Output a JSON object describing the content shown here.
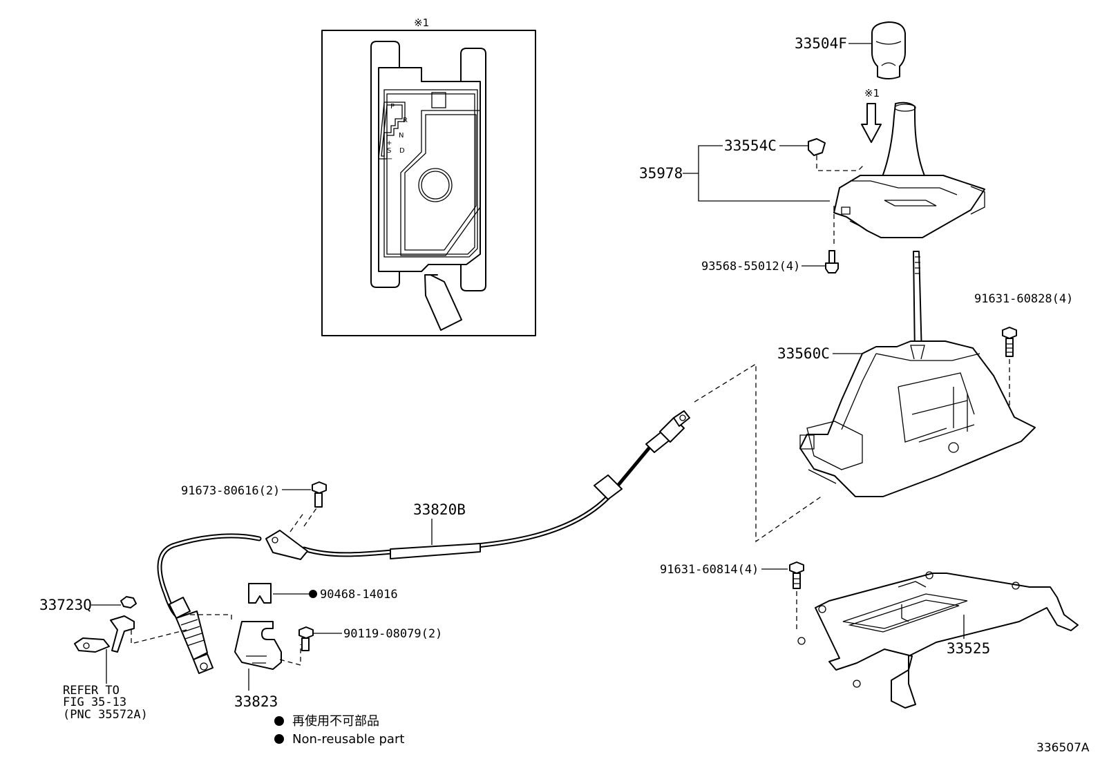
{
  "figure_code": "336507A",
  "inset": {
    "marker": "※1",
    "gate_letters": [
      "P",
      "R",
      "N",
      "+",
      "S",
      "D",
      "−"
    ]
  },
  "parts": {
    "knob": "33504F",
    "marker_ref": "※1",
    "clip": "33554C",
    "bracket_group": "35978",
    "screw_a": "93568-55012(4)",
    "bolt_a": "91631-60828(4)",
    "shift_base": "33560C",
    "cable": "33820B",
    "bolt_b": "91673-80616(2)",
    "nut": "33723Q",
    "clip_b": "90468-14016",
    "screw_b": "90119-08079(2)",
    "retainer": "33823",
    "bolt_c": "91631-60814(4)",
    "bracket": "33525"
  },
  "refer": {
    "line1": "REFER TO",
    "line2": "FIG 35-13",
    "line3": "(PNC 35572A)"
  },
  "legend": {
    "japanese": "再使用不可部品",
    "english": "Non-reusable part"
  }
}
